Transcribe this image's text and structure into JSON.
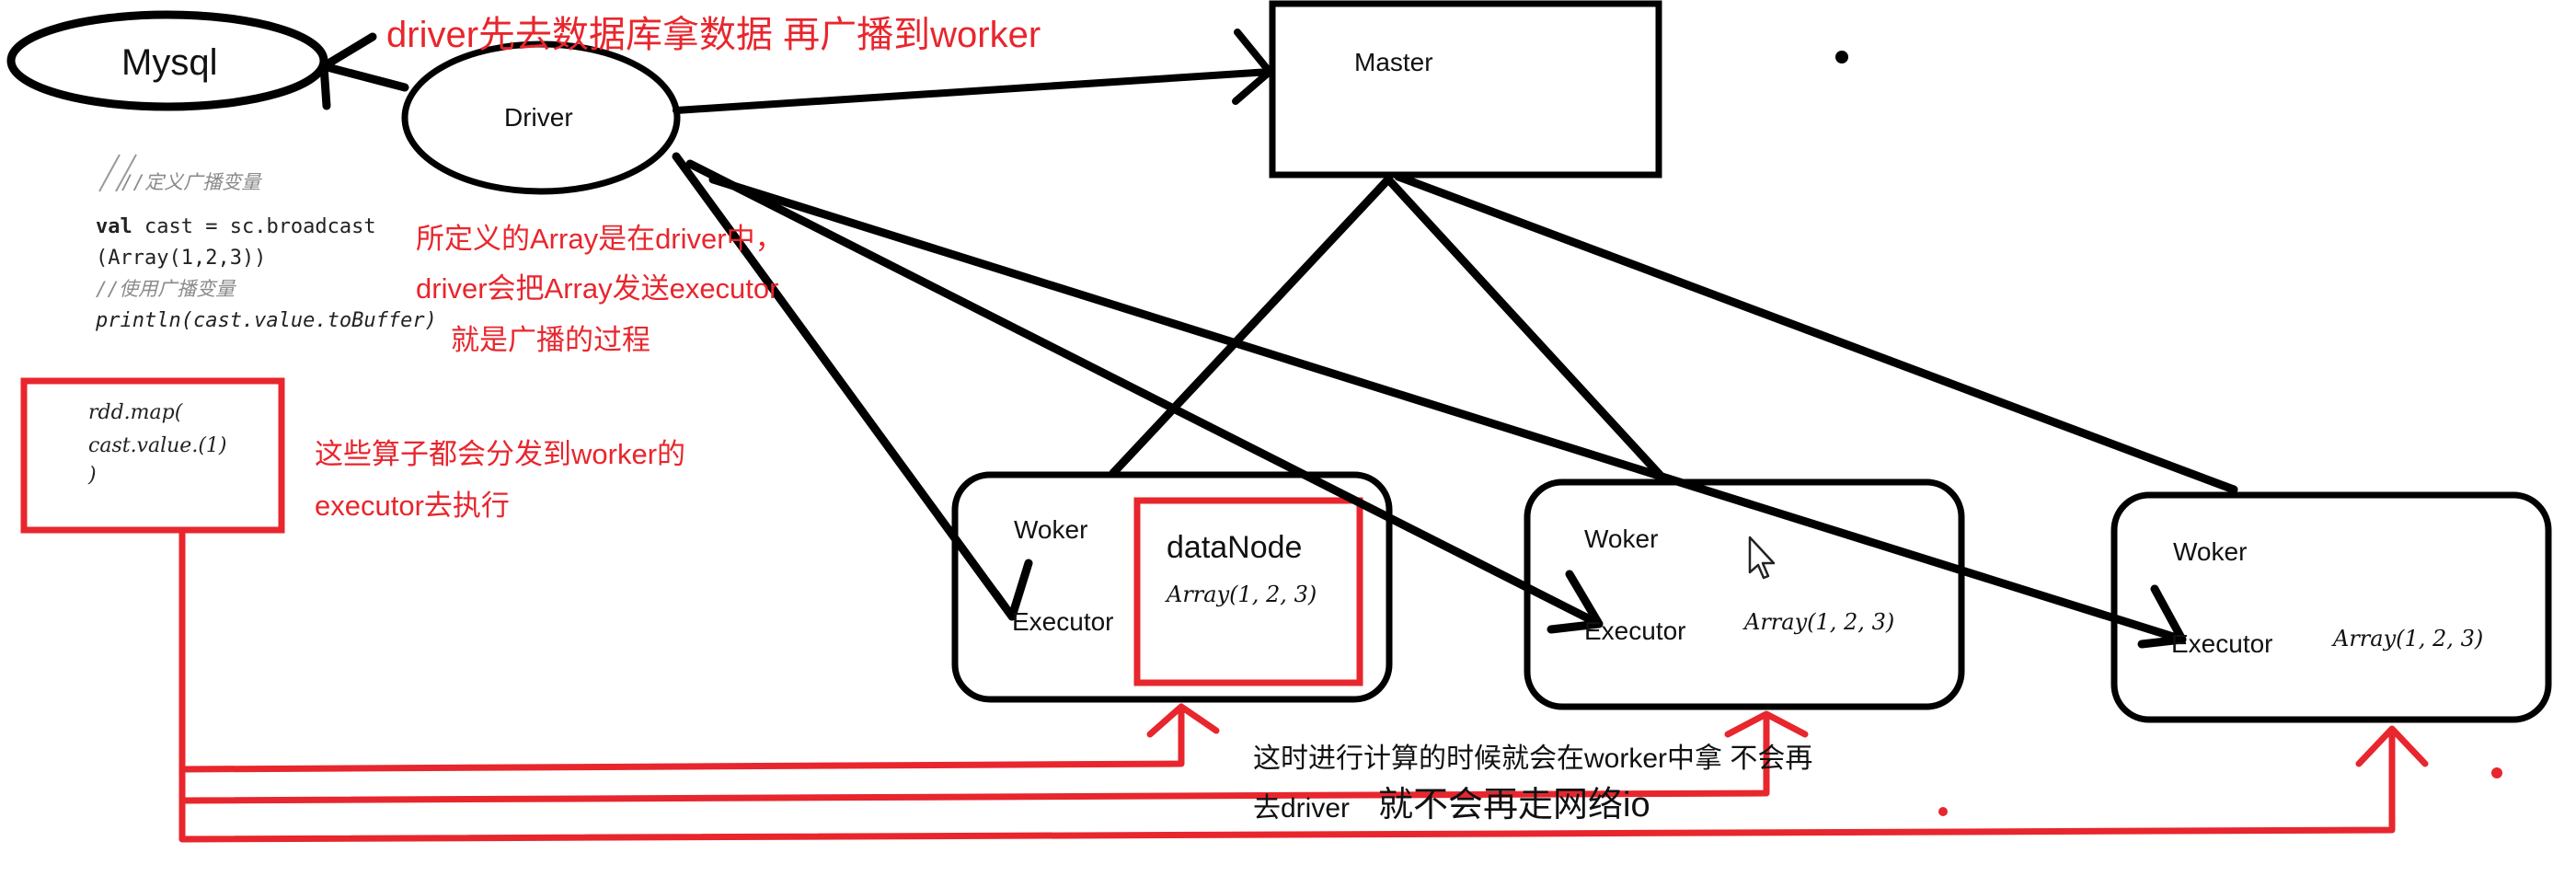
{
  "nodes": {
    "mysql": "Mysql",
    "driver": "Driver",
    "master": "Master",
    "workers": [
      {
        "worker": "Woker",
        "executor": "Executor",
        "array": "Array(1, 2, 3)",
        "datanode": "dataNode"
      },
      {
        "worker": "Woker",
        "executor": "Executor",
        "array": "Array(1, 2, 3)"
      },
      {
        "worker": "Woker",
        "executor": "Executor",
        "array": "Array(1, 2, 3)"
      }
    ]
  },
  "notes": {
    "driver_fetch": "driver先去数据库拿数据 再广播到worker",
    "broadcast_line1": "所定义的Array是在driver中，",
    "broadcast_line2": "driver会把Array发送executor",
    "broadcast_line3": "就是广播的过程",
    "operators_line1": "这些算子都会分发到worker的",
    "operators_line2": "executor去执行",
    "compute_line1": "这时进行计算的时候就会在worker中拿 不会再",
    "compute_line2a": "去driver",
    "compute_line2b": "就不会再走网络io"
  },
  "code": {
    "comment_define": "//定义广播变量",
    "line1_kw": "val",
    "line1_rest": " cast = sc.broadcast",
    "line2": "(Array(1,2,3))",
    "comment_use": "//使用广播变量",
    "line3": "println(cast.value.toBuffer)"
  },
  "code_box": {
    "line1": "rdd.map(",
    "line2": "cast.value.(1)",
    "line3": ")"
  },
  "colors": {
    "annotation": "#e8262d",
    "stroke": "#000000",
    "text": "#111111"
  }
}
